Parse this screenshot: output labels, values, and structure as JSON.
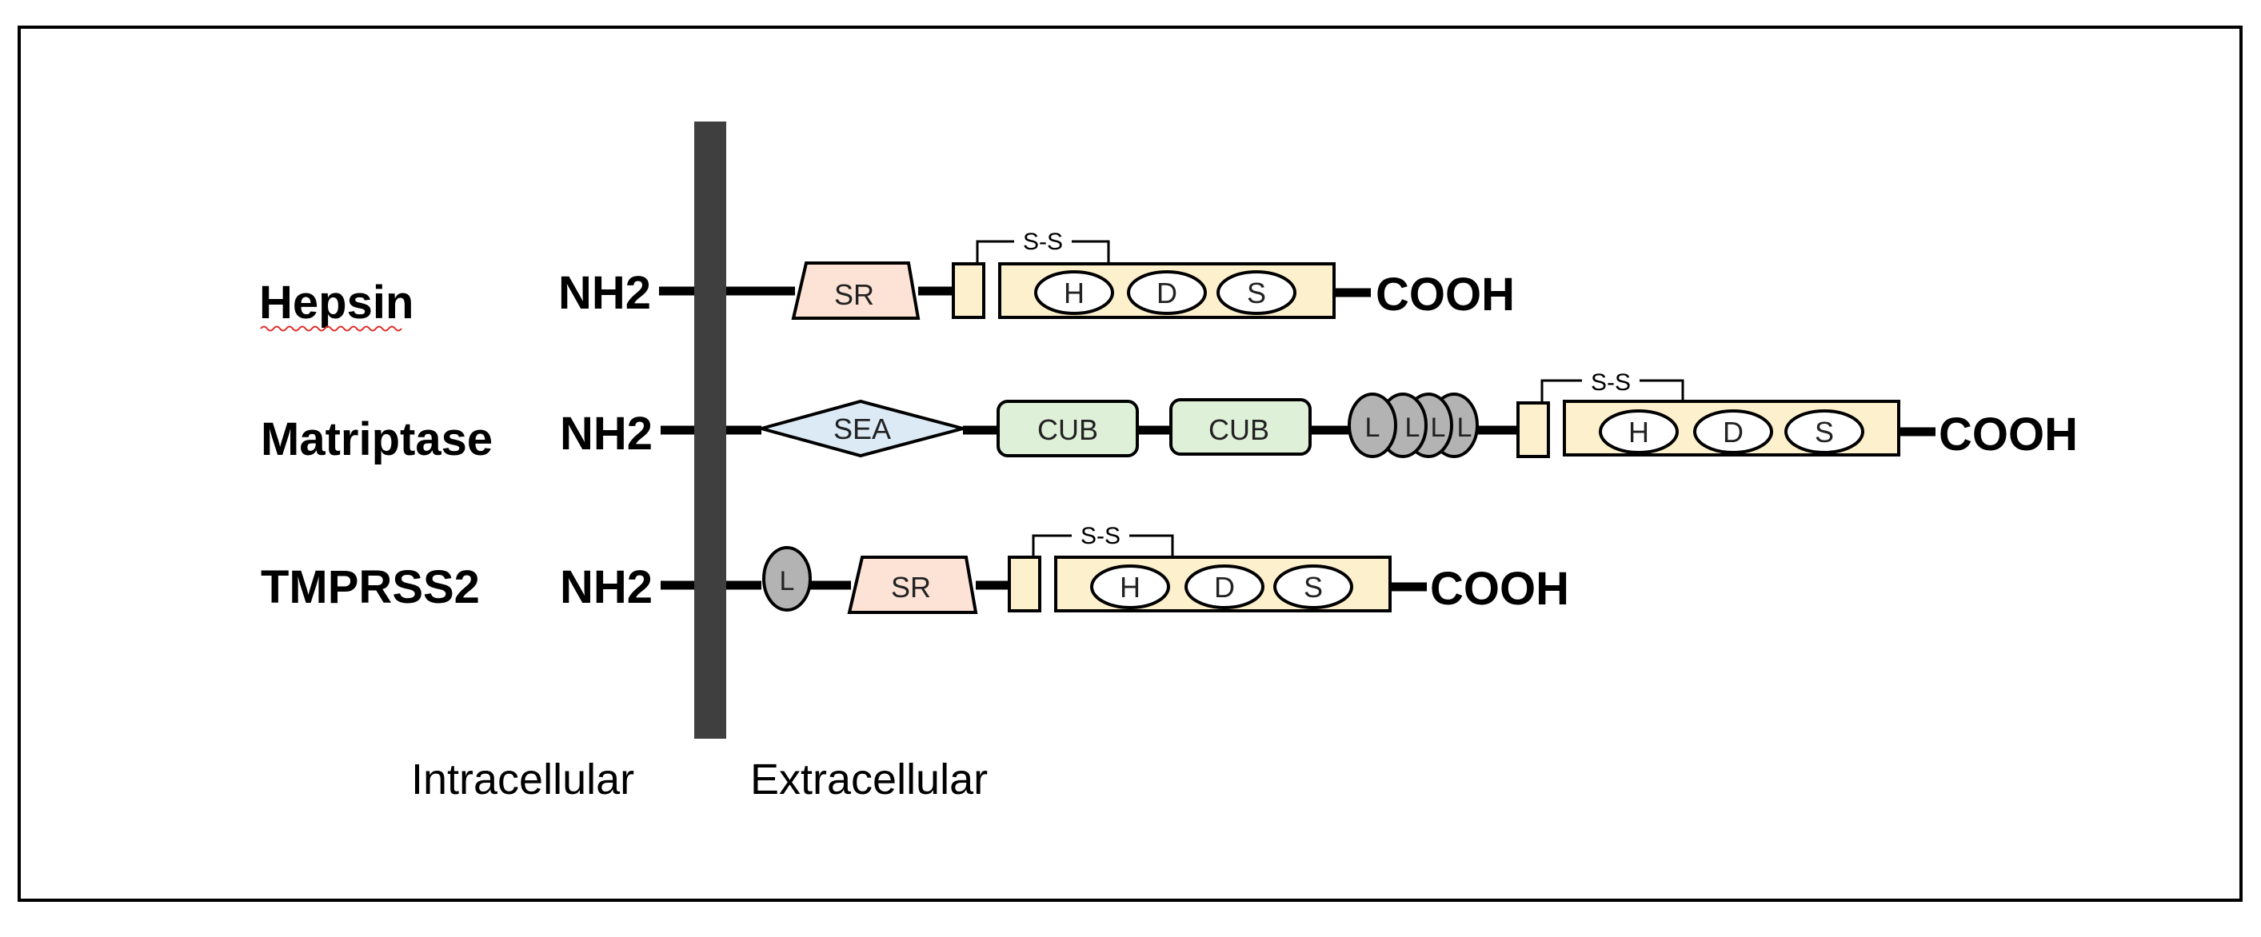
{
  "rows": [
    {
      "name": "Hepsin",
      "nterm": "NH2",
      "cterm": "COOH",
      "sr": "SR",
      "ss": "S-S",
      "triad": [
        "H",
        "D",
        "S"
      ]
    },
    {
      "name": "Matriptase",
      "nterm": "NH2",
      "cterm": "COOH",
      "sea": "SEA",
      "cub": [
        "CUB",
        "CUB"
      ],
      "ldl": [
        "L",
        "L",
        "L",
        "L"
      ],
      "ss": "S-S",
      "triad": [
        "H",
        "D",
        "S"
      ]
    },
    {
      "name": "TMPRSS2",
      "nterm": "NH2",
      "cterm": "COOH",
      "ldl": "L",
      "sr": "SR",
      "ss": "S-S",
      "triad": [
        "H",
        "D",
        "S"
      ]
    }
  ],
  "regions": {
    "intracellular": "Intracellular",
    "extracellular": "Extracellular"
  },
  "colors": {
    "frame": "#000000",
    "membrane": "#3f3f3f",
    "sr_fill": "#fde3d6",
    "sea_fill": "#dceaf6",
    "cub_fill": "#dff0d8",
    "ldl_fill": "#b3b3b3",
    "protease_fill": "#fdf0cc",
    "triad_fill": "#ffffff"
  }
}
